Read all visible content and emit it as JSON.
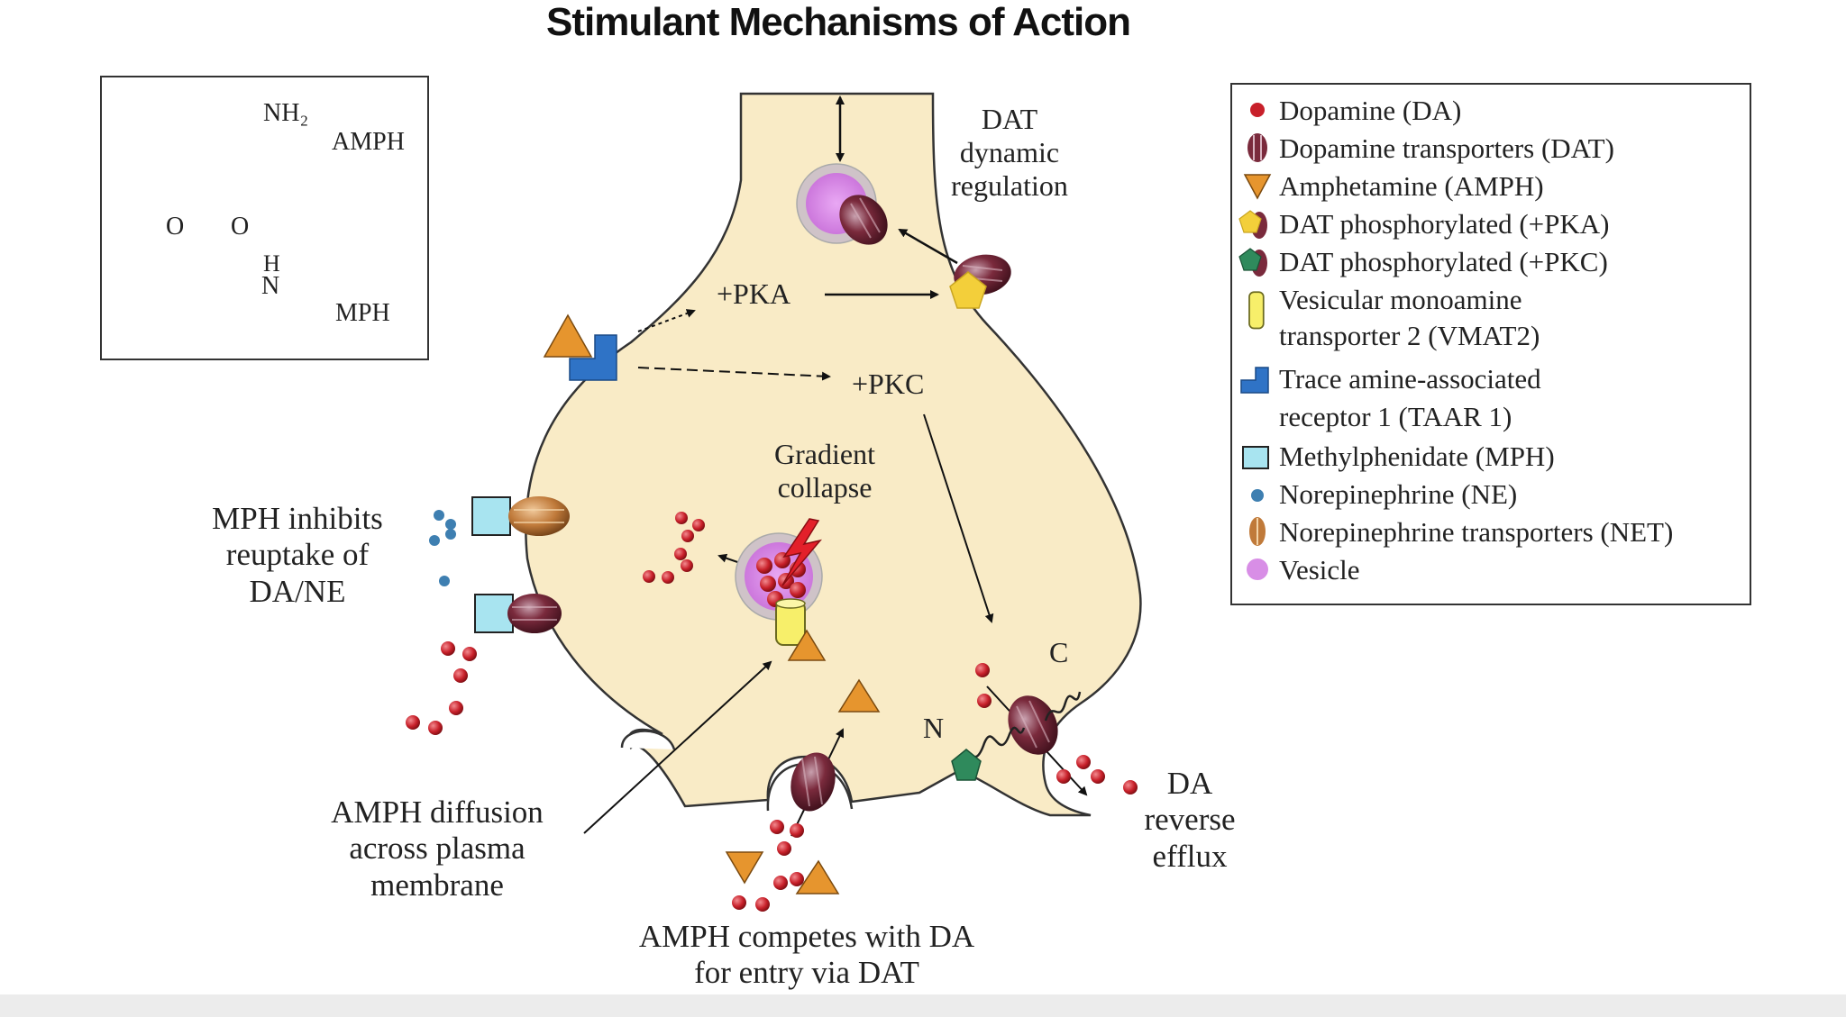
{
  "title": "Stimulant Mechanisms of Action",
  "labels": {
    "dat_dynamic": "DAT dynamic regulation",
    "pka": "+PKA",
    "pkc": "+PKC",
    "gradient": "Gradient collapse",
    "mph_inhibits": "MPH inhibits reuptake of DA/NE",
    "amph_diffusion": "AMPH diffusion across plasma membrane",
    "amph_competes": "AMPH competes with DA for entry via DAT",
    "da_reverse": "DA reverse efflux",
    "n_term": "N",
    "c_term": "C"
  },
  "chem": {
    "nh2": "NH₂",
    "amph": "AMPH",
    "mph": "MPH",
    "h": "H",
    "n": "N",
    "o": "O"
  },
  "legend": [
    {
      "text": "Dopamine (DA)",
      "icon": "dopamine-dot"
    },
    {
      "text": "Dopamine transporters (DAT)",
      "icon": "dat-transporter"
    },
    {
      "text": "Amphetamine (AMPH)",
      "icon": "down-triangle"
    },
    {
      "text": "DAT phosphorylated (+PKA)",
      "icon": "pentagon-yellow"
    },
    {
      "text": "DAT phosphorylated (+PKC)",
      "icon": "pentagon-green"
    },
    {
      "text": "Vesicular monoamine",
      "icon": "vmat2-cylinder"
    },
    {
      "text": "transporter 2 (VMAT2)",
      "icon": ""
    },
    {
      "text": "Trace amine-associated",
      "icon": "taar1-shape"
    },
    {
      "text": "receptor 1 (TAAR 1)",
      "icon": ""
    },
    {
      "text": "Methylphenidate (MPH)",
      "icon": "mph-square"
    },
    {
      "text": "Norepinephrine (NE)",
      "icon": "ne-dot"
    },
    {
      "text": "Norepinephrine transporters (NET)",
      "icon": "net-transporter"
    },
    {
      "text": "Vesicle",
      "icon": "vesicle-dot"
    }
  ],
  "colors": {
    "neuron": "#f9ebc6",
    "neuron_stroke": "#333333",
    "dopamine": "#c8202a",
    "ne": "#3e7fb1",
    "amph": "#e6952e",
    "mph": "#a8e4f0",
    "taar": "#2f73c6",
    "vesicle": "#d88ee6",
    "pka": "#f3cf3a",
    "pkc": "#2f8a5c",
    "vmat": "#f7ef6a",
    "dat": "#7a2a3c",
    "net": "#c07a3a"
  }
}
